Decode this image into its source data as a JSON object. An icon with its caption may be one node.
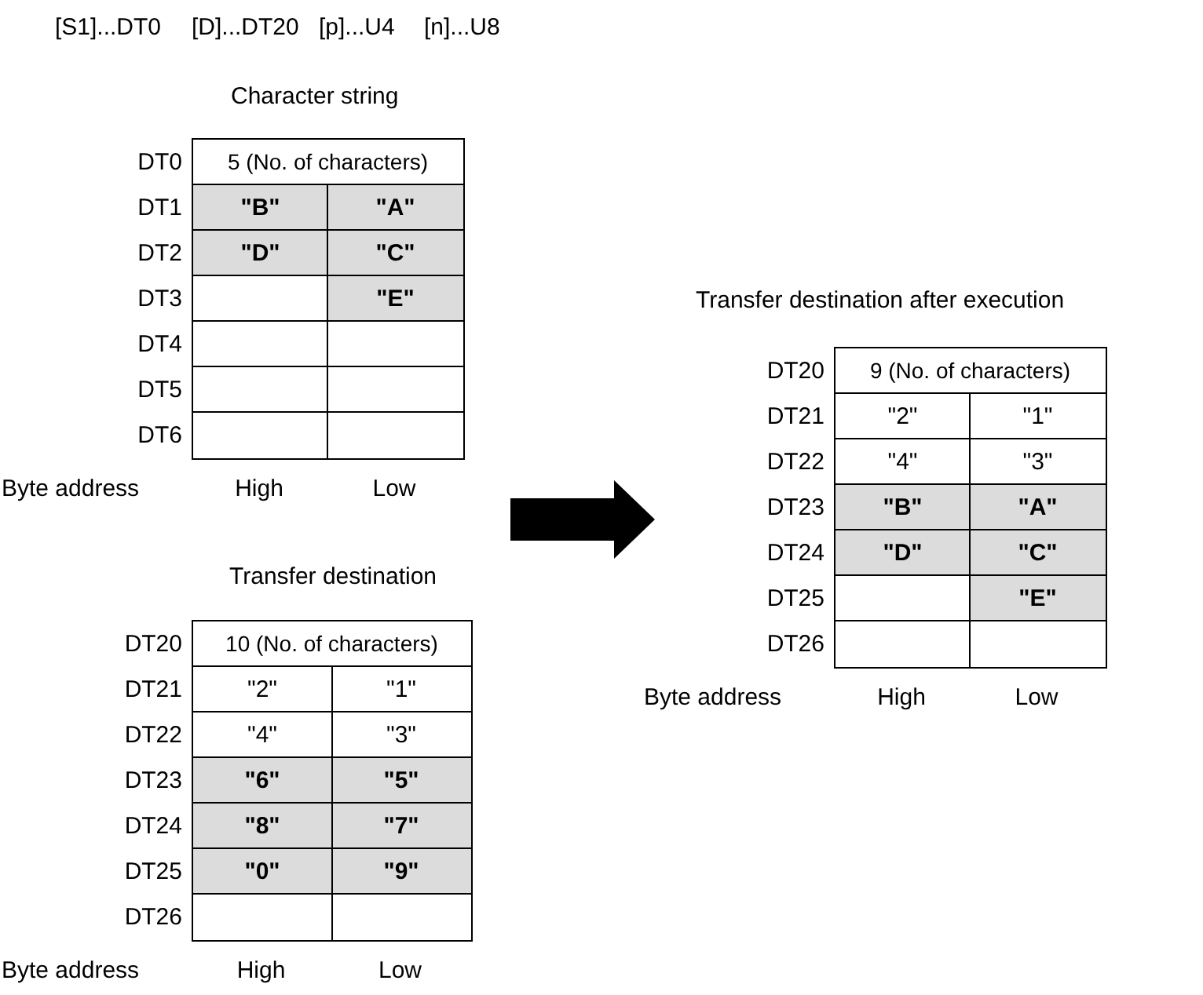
{
  "diagram": {
    "nodes": [
      {
        "text": [
          "Character string"
        ]
      },
      {
        "text": [
          "5 (No. of characters)"
        ],
        "in": 0
      },
      {
        "text": [
          "\"B\""
        ],
        "in": 0
      },
      {
        "text": [
          "\"A\""
        ],
        "in": 0
      },
      {
        "text": [
          "\"D\""
        ],
        "in": 0
      },
      {
        "text": [
          "\"C\""
        ],
        "in": 0
      },
      {
        "text": [],
        "shape": "box",
        "in": 0
      },
      {
        "text": [
          "\"E\""
        ],
        "in": 0
      },
      {
        "text": [],
        "shape": "box",
        "in": 0
      },
      {
        "text": [],
        "shape": "box",
        "in": 0
      },
      {
        "text": [],
        "shape": "box",
        "in": 0
      },
      {
        "text": [],
        "shape": "box",
        "in": 0
      },
      {
        "text": [],
        "shape": "box",
        "in": 0
      },
      {
        "text": [],
        "shape": "box",
        "in": 0
      },
      {
        "text": [
          "Transfer destination after execution"
        ]
      },
      {
        "text": [
          "9 (No. of characters)"
        ],
        "in": 14
      },
      {
        "text": [
          "\"2\""
        ],
        "in": 14
      },
      {
        "text": [
          "\"1\""
        ],
        "in": 14
      },
      {
        "text": [
          "\"4\""
        ],
        "in": 14
      },
      {
        "text": [
          "\"3\""
        ],
        "in": 14
      },
      {
        "text": [
          "\"B\""
        ],
        "in": 14
      },
      {
        "text": [
          "\"A\""
        ],
        "in": 14
      },
      {
        "text": [
          "\"D\""
        ],
        "in": 14
      },
      {
        "text": [
          "\"C\""
        ],
        "in": 14
      },
      {
        "text": [],
        "shape": "box",
        "in": 14
      },
      {
        "text": [
          "\"E\""
        ],
        "in": 14
      },
      {
        "text": [],
        "shape": "box",
        "in": 14
      },
      {
        "text": [],
        "shape": "box",
        "in": 14
      },
      {
        "text": [
          "Transfer destination"
        ]
      },
      {
        "text": [
          "10 (No. of characters)"
        ],
        "in": 28
      },
      {
        "text": [
          "\"2\""
        ],
        "in": 28
      },
      {
        "text": [
          "\"1\""
        ],
        "in": 28
      },
      {
        "text": [
          "\"4\""
        ],
        "in": 28
      },
      {
        "text": [
          "\"3\""
        ],
        "in": 28
      },
      {
        "text": [
          "\"6\""
        ],
        "in": 28
      },
      {
        "text": [
          "\"5\""
        ],
        "in": 28
      },
      {
        "text": [
          "\"8\""
        ],
        "in": 28
      },
      {
        "text": [
          "\"7\""
        ],
        "in": 28
      },
      {
        "text": [
          "\"0\""
        ],
        "in": 28
      },
      {
        "text": [
          "\"9\""
        ],
        "in": 28
      },
      {
        "text": [],
        "shape": "box",
        "in": 28
      },
      {
        "text": [],
        "shape": "box",
        "in": 28
      }
    ],
    "edges": [
      {
        "from": null,
        "to": 14,
        "arrow": "to"
      }
    ],
    "labels": [
      "[S1]...DT0",
      "[D]...DT20",
      "[p]...U4",
      "[n]...U8",
      "DT0",
      "DT1",
      "DT2",
      "DT3",
      "DT4",
      "DT5",
      "DT6",
      "Byte address",
      "High",
      "Low",
      "DT20",
      "DT21",
      "DT22",
      "DT23",
      "DT24",
      "DT25",
      "DT26",
      "Byte address",
      "High",
      "Low",
      "DT20",
      "DT21",
      "DT22",
      "DT23",
      "DT24",
      "DT25",
      "DT26",
      "Byte address",
      "High",
      "Low"
    ]
  }
}
